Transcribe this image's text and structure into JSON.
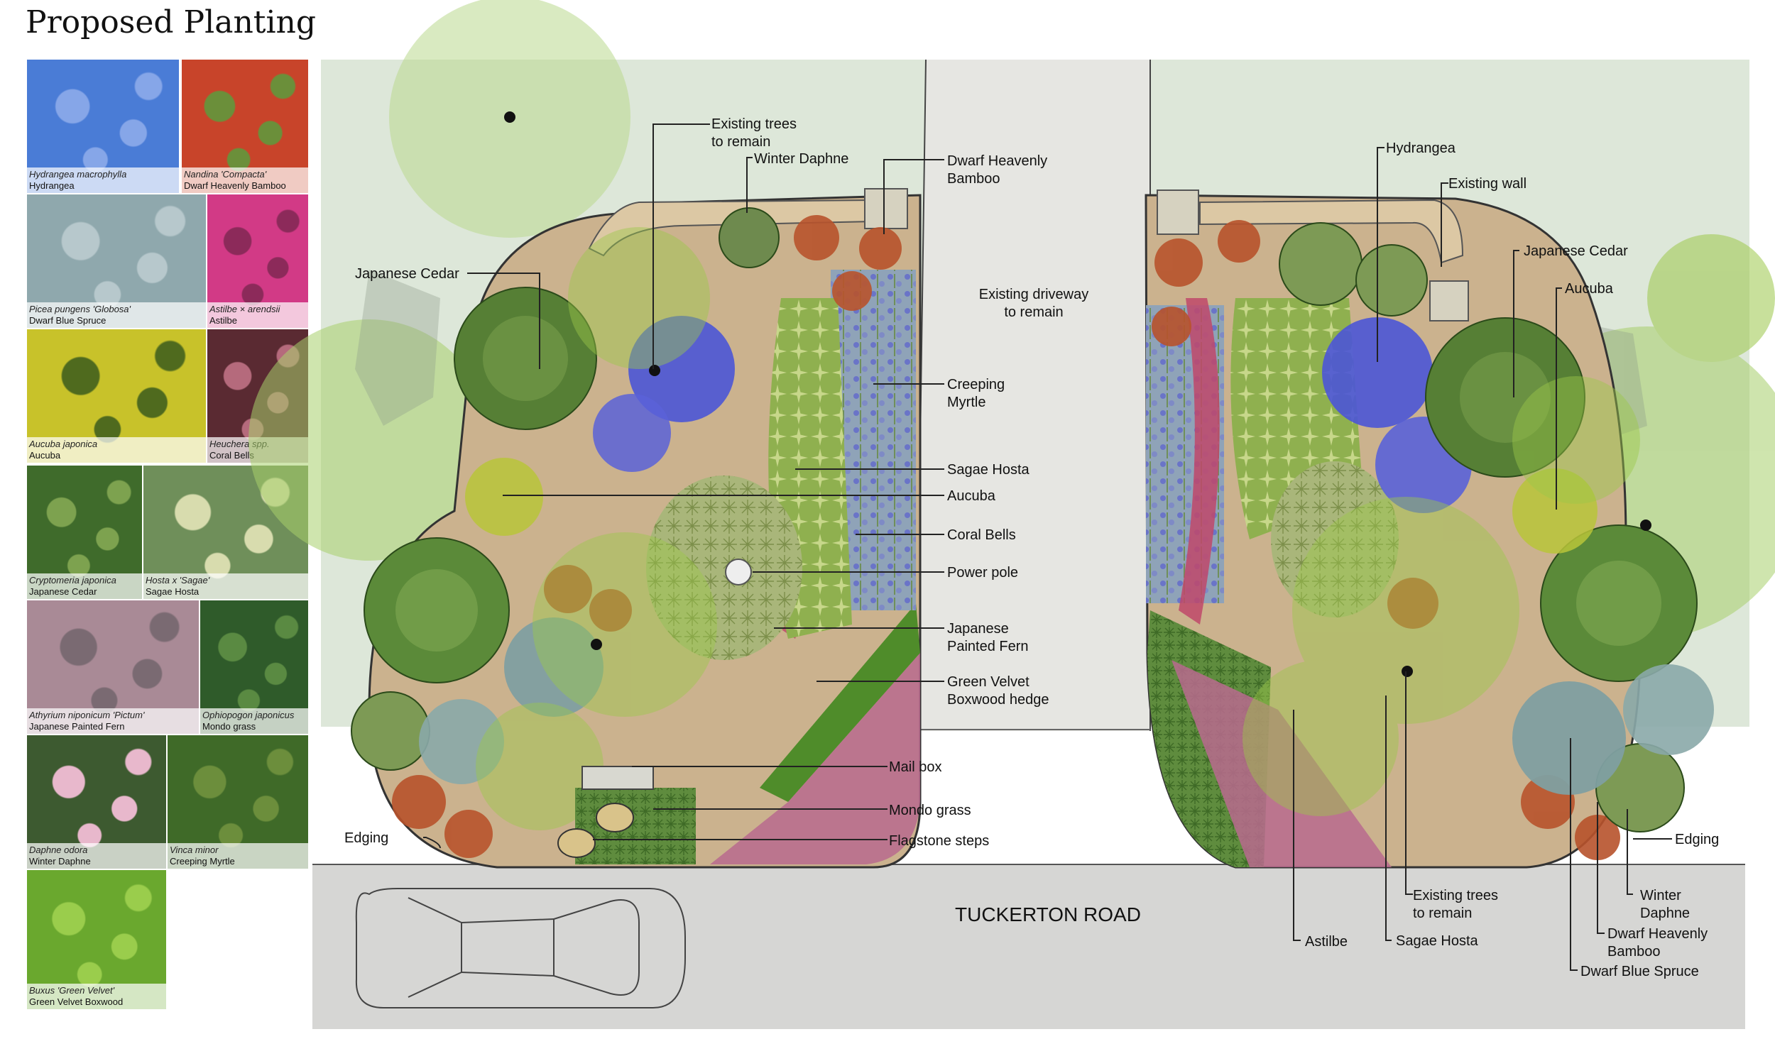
{
  "title": "Proposed Planting",
  "plants": [
    {
      "botanical": "Hydrangea macrophylla",
      "common": "Hydrangea",
      "color": "#4a7cd6",
      "accent": "#86a6e8"
    },
    {
      "botanical": "Nandina 'Compacta'",
      "common": "Dwarf Heavenly Bamboo",
      "color": "#c8442a",
      "accent": "#6b8f3a"
    },
    {
      "botanical": "Picea pungens 'Globosa'",
      "common": "Dwarf Blue Spruce",
      "color": "#8fa8ad",
      "accent": "#b7c8cc"
    },
    {
      "botanical": "Astilbe × arendsii",
      "common": "Astilbe",
      "color": "#d23a86",
      "accent": "#8c2a5a"
    },
    {
      "botanical": "Aucuba japonica",
      "common": "Aucuba",
      "color": "#c8c22a",
      "accent": "#4f6a1e"
    },
    {
      "botanical": "Heuchera spp.",
      "common": "Coral Bells",
      "color": "#5a2a32",
      "accent": "#b56a7c"
    },
    {
      "botanical": "Cryptomeria japonica",
      "common": "Japanese Cedar",
      "color": "#3f6b2b",
      "accent": "#7da24f"
    },
    {
      "botanical": "Hosta x 'Sagae'",
      "common": "Sagae Hosta",
      "color": "#6f8f5a",
      "accent": "#d8dcae"
    },
    {
      "botanical": "Athyrium niponicum 'Pictum'",
      "common": "Japanese Painted Fern",
      "color": "#a98a96",
      "accent": "#7a6a72"
    },
    {
      "botanical": "Ophiopogon japonicus",
      "common": "Mondo grass",
      "color": "#2f5b2a",
      "accent": "#5a8a42"
    },
    {
      "botanical": "Daphne odora",
      "common": "Winter Daphne",
      "color": "#3d5a30",
      "accent": "#e8b8cc"
    },
    {
      "botanical": "Vinca minor",
      "common": "Creeping Myrtle",
      "color": "#3f6a28",
      "accent": "#6c8e3c"
    },
    {
      "botanical": "Buxus 'Green Velvet'",
      "common": "Green Velvet Boxwood",
      "color": "#6aa82e",
      "accent": "#9acd4c"
    }
  ],
  "labels": {
    "existing_trees": "Existing trees\nto remain",
    "winter_daphne": "Winter Daphne",
    "dwarf_bamboo": "Dwarf Heavenly\nBamboo",
    "japanese_cedar": "Japanese Cedar",
    "driveway": "Existing driveway\nto remain",
    "creeping_myrtle": "Creeping\nMyrtle",
    "sagae_hosta": "Sagae Hosta",
    "aucuba": "Aucuba",
    "coral_bells": "Coral Bells",
    "power_pole": "Power pole",
    "painted_fern": "Japanese\nPainted Fern",
    "boxwood_hedge": "Green Velvet\nBoxwood hedge",
    "mail_box": "Mail box",
    "mondo_grass": "Mondo grass",
    "flagstone": "Flagstone steps",
    "edging": "Edging",
    "road": "TUCKERTON ROAD",
    "hydrangea": "Hydrangea",
    "existing_wall": "Existing wall",
    "astilbe": "Astilbe",
    "dwarf_blue_spruce": "Dwarf Blue Spruce",
    "winter_daphne_2": "Winter\nDaphne"
  },
  "colors": {
    "lawn": "#dfe8da",
    "driveway": "#e4e5e0",
    "road": "#d6d6d4",
    "bed": "#c9b18f",
    "wall": "#d8c4a0",
    "foliage_light": "#9cc84a",
    "foliage_dark": "#4f7d2c",
    "hydrangea_blue": "#4b55d6",
    "astilbe_pink": "#d6507e",
    "bamboo_red": "#b8532c",
    "spruce_blue": "#7f9fa1",
    "coral_bells": "#c0486a"
  }
}
